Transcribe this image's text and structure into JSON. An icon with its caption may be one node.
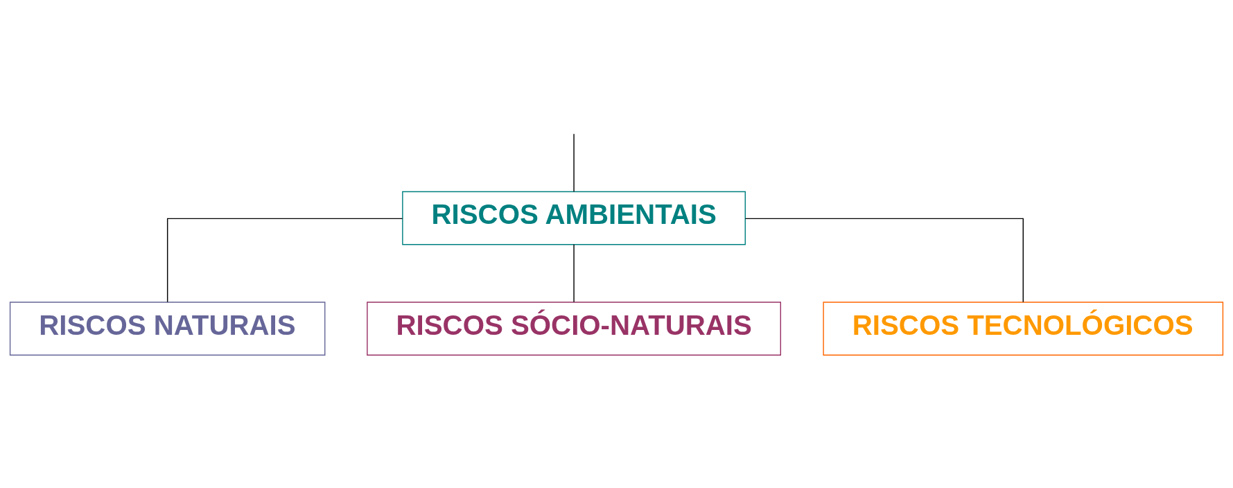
{
  "diagram": {
    "nodes": [
      {
        "text": [
          "RISCOS AMBIENTAIS"
        ]
      },
      {
        "text": [
          "RISCOS NATURAIS"
        ]
      },
      {
        "text": [
          "RISCOS SÓCIO-NATURAIS"
        ]
      },
      {
        "text": [
          "RISCOS TECNOLÓGICOS"
        ]
      }
    ],
    "edges": [
      {
        "from": null,
        "to": 0,
        "arrow": "none"
      },
      {
        "from": 0,
        "to": 1,
        "arrow": "none"
      },
      {
        "from": 0,
        "to": 2,
        "arrow": "none"
      },
      {
        "from": 0,
        "to": 3,
        "arrow": "none"
      }
    ]
  }
}
